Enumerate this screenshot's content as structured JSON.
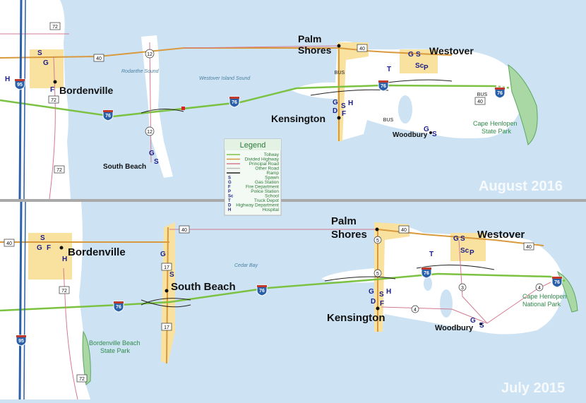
{
  "panels": {
    "top": {
      "date_label": "August 2016",
      "towns": {
        "bordenville": "Bordenville",
        "palm_shores_1": "Palm",
        "palm_shores_2": "Shores",
        "westover": "Westover",
        "kensington": "Kensington",
        "woodbury": "Woodbury",
        "south_beach": "South Beach"
      },
      "water": {
        "rodanthe_sound": "Rodanthe Sound",
        "westover_island_sound": "Westover Island Sound"
      },
      "park": {
        "line1": "Cape Henlopen",
        "line2": "State Park"
      },
      "shields": {
        "i95": "95",
        "i76_a": "76",
        "i76_b": "76",
        "i76_c": "76",
        "i76_d": "76",
        "r40_a": "40",
        "r40_b": "40",
        "r40_c": "40",
        "r72_a": "72",
        "r72_b": "72",
        "r72_c": "72",
        "r12_a": "12",
        "r12_b": "12",
        "bus40_a": "BUS",
        "bus40_b": "BUS",
        "bus40_c": "BUS"
      }
    },
    "bottom": {
      "date_label": "July 2015",
      "towns": {
        "bordenville": "Bordenville",
        "palm_shores_1": "Palm",
        "palm_shores_2": "Shores",
        "westover": "Westover",
        "kensington": "Kensington",
        "woodbury": "Woodbury",
        "south_beach": "South Beach"
      },
      "water": {
        "cedar_bay": "Cedar Bay"
      },
      "parks": {
        "cape_line1": "Cape Henlopen",
        "cape_line2": "National Park",
        "bb_line1": "Bordenville Beach",
        "bb_line2": "State Park"
      },
      "shields": {
        "i95": "95",
        "i76_a": "76",
        "i76_b": "76",
        "i76_c": "76",
        "i76_d": "76",
        "r40_a": "40",
        "r40_b": "40",
        "r40_c": "40",
        "r40_d": "40",
        "r72_a": "72",
        "r72_b": "72",
        "r17_a": "17",
        "r17_b": "17",
        "r5_a": "5",
        "r5_b": "5",
        "r4_a": "4",
        "r4_b": "4",
        "r3": "3"
      }
    }
  },
  "facility_letters": {
    "gas": "G",
    "spawn": "S",
    "fire": "F",
    "police": "P",
    "school": "Sc",
    "truck": "T",
    "highway": "D",
    "hospital": "H"
  },
  "legend": {
    "title": "Legend",
    "items": [
      {
        "symbol": "",
        "label": "Tollway",
        "color": "#7cc242"
      },
      {
        "symbol": "",
        "label": "Divided Highway",
        "color": "#d89a3c"
      },
      {
        "symbol": "",
        "label": "Principal Road",
        "color": "#d47a8f"
      },
      {
        "symbol": "",
        "label": "Other Road",
        "color": "#bbbbbb"
      },
      {
        "symbol": "",
        "label": "Ramp",
        "color": "#222222"
      },
      {
        "symbol": "S",
        "label": "Spawn",
        "color": ""
      },
      {
        "symbol": "G",
        "label": "Gas Station",
        "color": ""
      },
      {
        "symbol": "F",
        "label": "Fire Department",
        "color": ""
      },
      {
        "symbol": "P",
        "label": "Police Station",
        "color": ""
      },
      {
        "symbol": "Sc",
        "label": "School",
        "color": ""
      },
      {
        "symbol": "T",
        "label": "Truck Depot",
        "color": ""
      },
      {
        "symbol": "D",
        "label": "Highway Department",
        "color": ""
      },
      {
        "symbol": "H",
        "label": "Hospital",
        "color": ""
      }
    ]
  },
  "colors": {
    "water": "#cde3f4",
    "land": "#ffffff",
    "urban": "#f9e1a0",
    "tollway": "#7cc242",
    "divided_highway": "#d89a3c",
    "principal_road": "#d47a8f",
    "other_road": "#bbbbbb",
    "interstate_blue": "#2a5faa",
    "park_green": "#a9d8a4",
    "divider": "#a9a9a9"
  }
}
